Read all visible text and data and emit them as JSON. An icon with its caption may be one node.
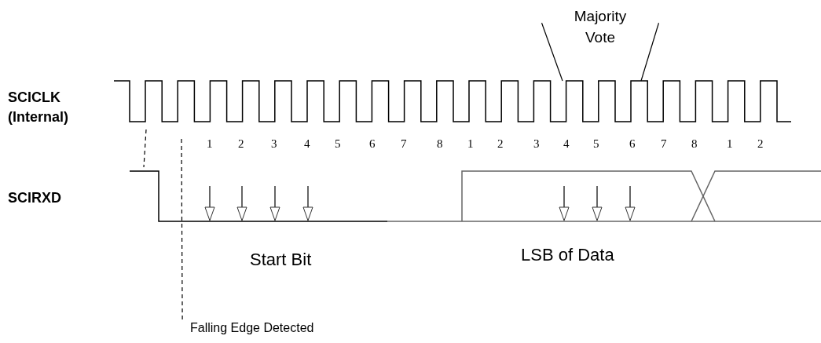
{
  "diagram": {
    "nodes": [
      {
        "text": [
          "Majority Vote"
        ]
      },
      {
        "text": [],
        "shape": "waveform"
      },
      {
        "text": [
          "Falling Edge Detected"
        ]
      }
    ],
    "edges": [
      {
        "from": 0,
        "to": 1,
        "arrow": "none"
      },
      {
        "from": 0,
        "to": 1,
        "arrow": "none"
      },
      {
        "from": 2,
        "to": null,
        "arrow": "none",
        "style": "dashed"
      }
    ],
    "labels": [
      "SCICLK (Internal)",
      "1",
      "2",
      "3",
      "4",
      "5",
      "6",
      "7",
      "8",
      "1",
      "2",
      "3",
      "4",
      "5",
      "6",
      "7",
      "8",
      "1",
      "2",
      "SCIRXD",
      "Start Bit",
      "LSB of Data"
    ]
  }
}
